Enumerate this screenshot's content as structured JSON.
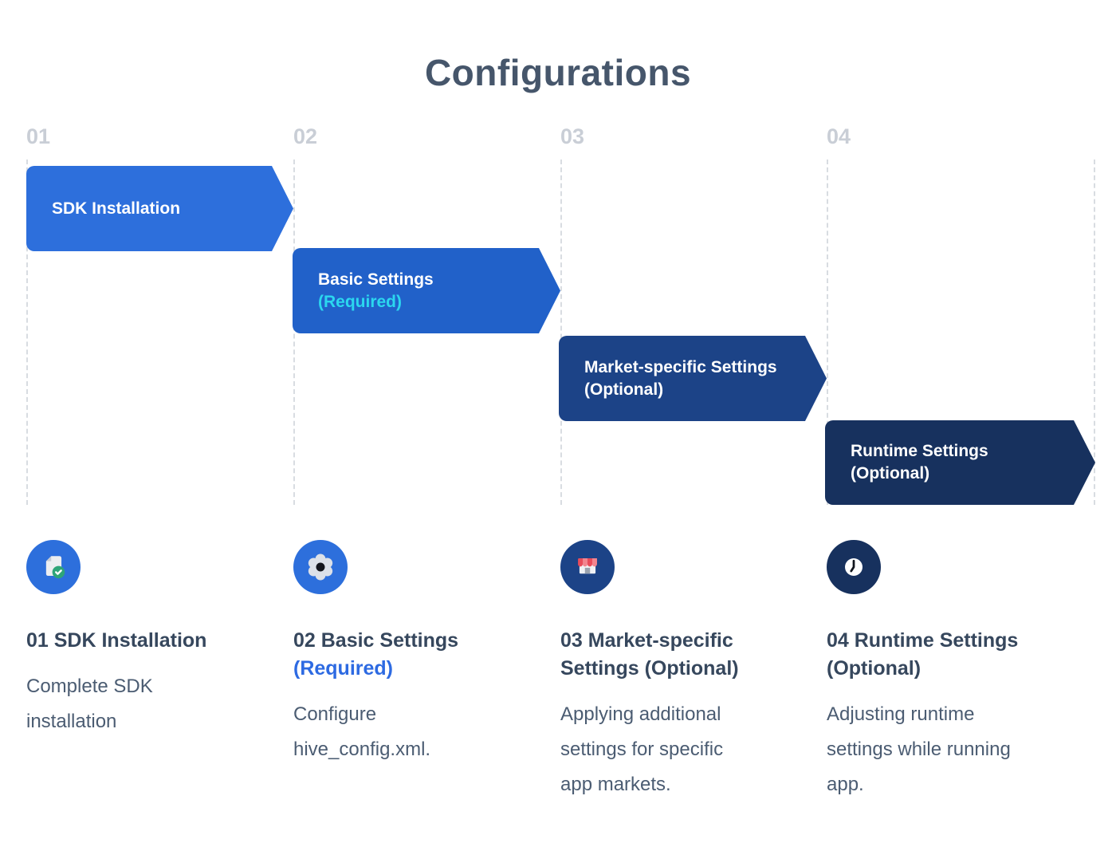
{
  "title": "Configurations",
  "colors": {
    "banner_step1": "#2d6fdc",
    "banner_step2": "#2161c9",
    "banner_step3": "#1c4387",
    "banner_step4": "#17315e",
    "required_cyan": "#2bd7ef",
    "required_blue": "#2d6ae2",
    "heading_text": "#36475d",
    "body_text": "#4b5c72",
    "column_number": "#c9ced6"
  },
  "steps": [
    {
      "number": "01",
      "banner": {
        "line1": "SDK Installation"
      },
      "icon": "document-check-icon",
      "heading_lines": [
        "01 SDK Installation"
      ],
      "heading_accent": "",
      "description_lines": [
        "Complete SDK",
        "installation"
      ]
    },
    {
      "number": "02",
      "banner": {
        "line1": "Basic Settings",
        "line2": "(Required)"
      },
      "icon": "gear-icon",
      "heading_lines": [
        "02 Basic Settings"
      ],
      "heading_accent": "(Required)",
      "description_lines": [
        "Configure",
        "hive_config.xml."
      ]
    },
    {
      "number": "03",
      "banner": {
        "line1": "Market-specific Settings",
        "line2": "(Optional)"
      },
      "icon": "storefront-icon",
      "heading_lines": [
        "03 Market-specific",
        "Settings (Optional)"
      ],
      "heading_accent": "",
      "description_lines": [
        "Applying additional",
        "settings for specific",
        "app markets."
      ]
    },
    {
      "number": "04",
      "banner": {
        "line1": "Runtime Settings",
        "line2": "(Optional)"
      },
      "icon": "clock-icon",
      "heading_lines": [
        "04 Runtime Settings",
        "(Optional)"
      ],
      "heading_accent": "",
      "description_lines": [
        "Adjusting runtime",
        "settings while running",
        "app."
      ]
    }
  ]
}
